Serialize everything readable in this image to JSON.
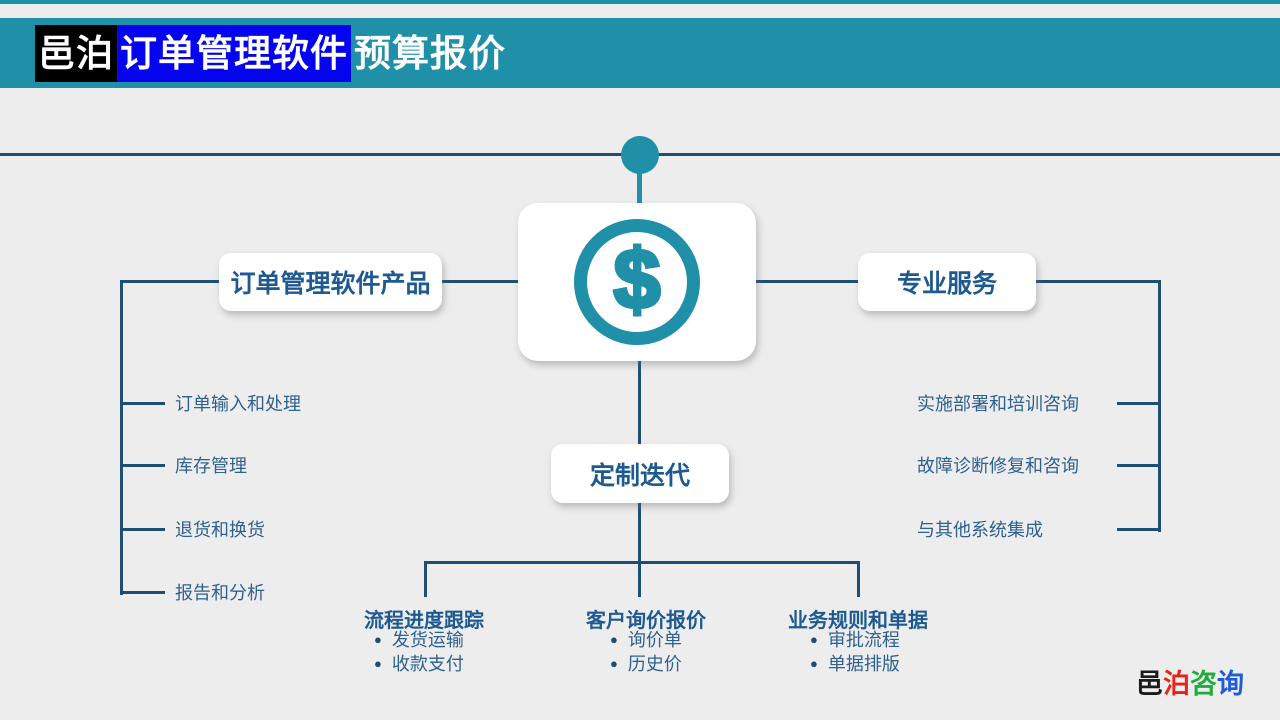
{
  "header": {
    "title_part1": "邑泊",
    "title_part2": "订单管理软件",
    "title_part3": "预算报价"
  },
  "center": {
    "icon": "dollar-icon",
    "symbol": "$"
  },
  "left_branch": {
    "label": "订单管理软件产品",
    "items": [
      {
        "label": "订单输入和处理"
      },
      {
        "label": "库存管理"
      },
      {
        "label": "退货和换货"
      },
      {
        "label": "报告和分析"
      }
    ]
  },
  "right_branch": {
    "label": "专业服务",
    "items": [
      {
        "label": "实施部署和培训咨询"
      },
      {
        "label": "故障诊断修复和咨询"
      },
      {
        "label": "与其他系统集成"
      }
    ]
  },
  "bottom_branch": {
    "label": "定制迭代",
    "columns": [
      {
        "title": "流程进度跟踪",
        "bullets": [
          "发货运输",
          "收款支付"
        ]
      },
      {
        "title": "客户询价报价",
        "bullets": [
          "询价单",
          "历史价"
        ]
      },
      {
        "title": "业务规则和单据",
        "bullets": [
          "审批流程",
          "单据排版"
        ]
      }
    ]
  },
  "logo": {
    "chars": [
      {
        "text": "邑",
        "color": "#1a1a1a"
      },
      {
        "text": "泊",
        "color": "#e8231d"
      },
      {
        "text": "咨",
        "color": "#21ab3c"
      },
      {
        "text": "询",
        "color": "#1f5cd8"
      }
    ]
  },
  "colors": {
    "teal_accent": "#2090a8",
    "highlight_black": "#000000",
    "highlight_blue": "#0404ee",
    "line_navy": "#1d4e76",
    "label_text": "#1e5a91",
    "item_text": "#2e6190",
    "background": "#ededed"
  },
  "bullet_glyph": "●"
}
